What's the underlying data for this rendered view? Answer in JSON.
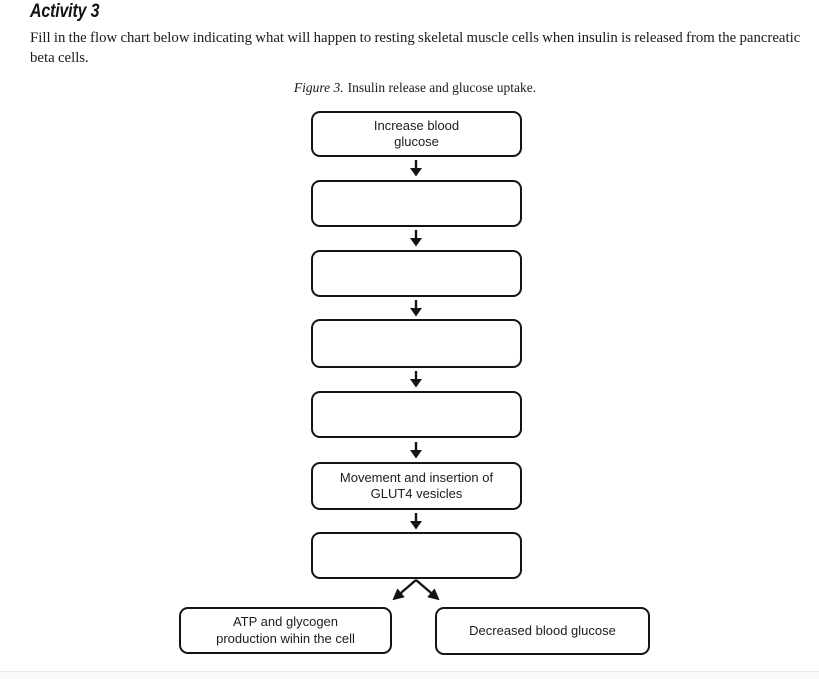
{
  "page": {
    "title": "Activity 3",
    "instructions": "Fill in the flow chart below indicating what will happen to resting skeletal muscle cells when insulin is released from the pancreatic beta cells.",
    "caption": {
      "label": "Figure 3.",
      "text": "Insulin release and glucose uptake."
    }
  },
  "flowchart": {
    "boxes": [
      {
        "id": "box-1",
        "label": "Increase blood glucose",
        "empty": false
      },
      {
        "id": "box-2",
        "label": "",
        "empty": true
      },
      {
        "id": "box-3",
        "label": "",
        "empty": true
      },
      {
        "id": "box-4",
        "label": "",
        "empty": true
      },
      {
        "id": "box-5",
        "label": "",
        "empty": true
      },
      {
        "id": "box-6",
        "label": "Movement and insertion of GLUT4 vesicles",
        "empty": false
      },
      {
        "id": "box-7",
        "label": "",
        "empty": true
      }
    ],
    "branches": [
      {
        "id": "branch-left",
        "label": "ATP and glycogen production wihin the cell"
      },
      {
        "id": "branch-right",
        "label": "Decreased blood glucose"
      }
    ]
  },
  "colors": {
    "box_border": "#141414",
    "text": "#1c1c1c",
    "background": "#ffffff",
    "footer_strip": "#fafafa"
  }
}
